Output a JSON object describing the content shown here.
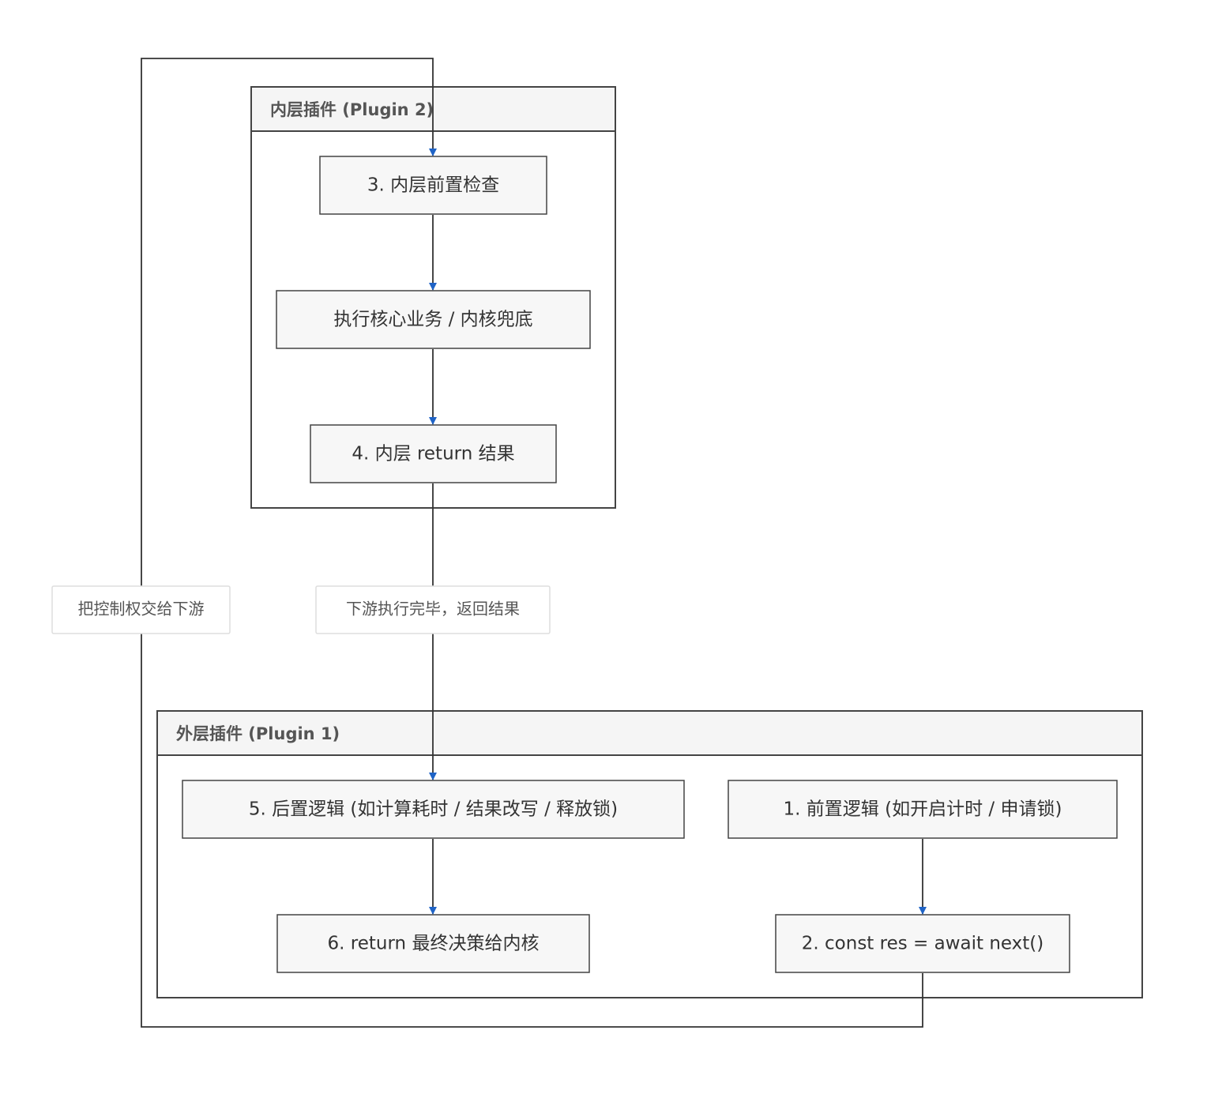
{
  "clusters": {
    "inner": {
      "title": "内层插件 (Plugin 2)"
    },
    "outer": {
      "title": "外层插件 (Plugin 1)"
    }
  },
  "nodes": {
    "n3": "3. 内层前置检查",
    "core": "执行核心业务 / 内核兜底",
    "n4": "4. 内层 return 结果",
    "n5": "5. 后置逻辑 (如计算耗时 / 结果改写 / 释放锁)",
    "n1": "1. 前置逻辑 (如开启计时 / 申请锁)",
    "n6": "6. return 最终决策给内核",
    "n2": "2. const res = await next()"
  },
  "edge_labels": {
    "handoff": "把控制权交给下游",
    "returned": "下游执行完毕，返回结果"
  },
  "colors": {
    "arrow": "#1f63c6",
    "line": "#333333",
    "node_fill": "#f7f7f7",
    "border": "#444444"
  }
}
